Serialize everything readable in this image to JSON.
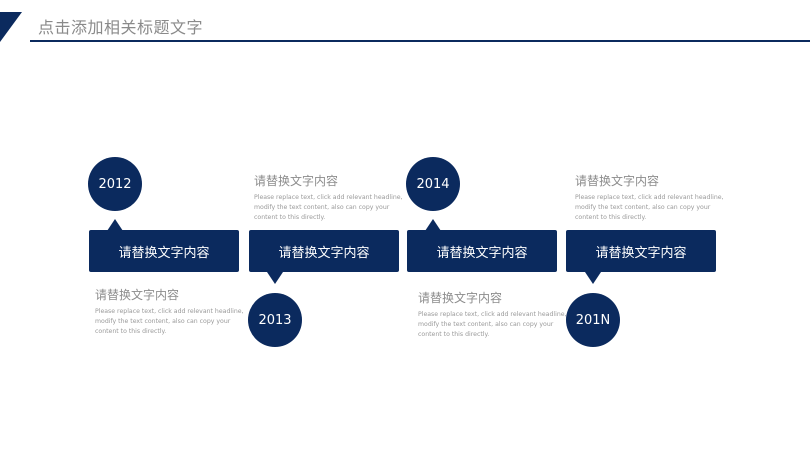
{
  "header": {
    "title": "点击添加相关标题文字"
  },
  "timeline": [
    {
      "year": "2012",
      "box_label": "请替换文字内容",
      "text_head": "请替换文字内容",
      "text_body": "Please replace text, click add relevant headline, modify the text content, also can copy your content to this directly."
    },
    {
      "year": "2013",
      "box_label": "请替换文字内容",
      "text_head": "请替换文字内容",
      "text_body": "Please replace text, click add relevant headline, modify the text content, also can copy your content to this directly."
    },
    {
      "year": "2014",
      "box_label": "请替换文字内容",
      "text_head": "请替换文字内容",
      "text_body": "Please replace text, click add relevant headline, modify the text content, also can copy your content to this directly."
    },
    {
      "year": "201N",
      "box_label": "请替换文字内容",
      "text_head": "请替换文字内容",
      "text_body": "Please replace text, click add relevant headline, modify the text content, also can copy your content to this directly."
    }
  ],
  "colors": {
    "accent": "#0b2a5e",
    "text_gray": "#8c8c8c"
  }
}
